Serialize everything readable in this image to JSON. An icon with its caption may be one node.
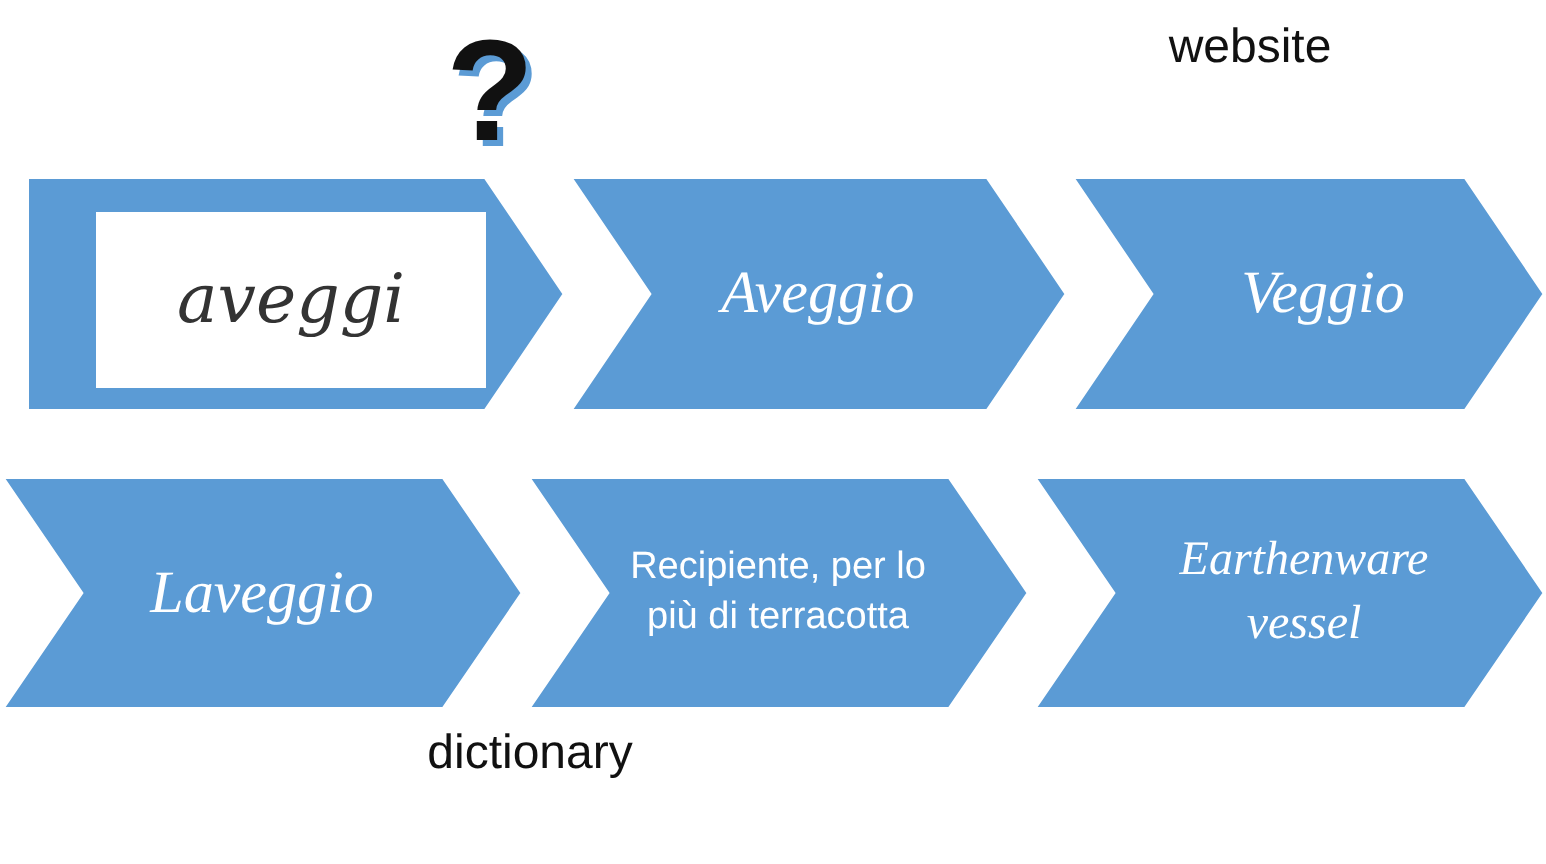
{
  "diagram": {
    "nodes": [
      {
        "text": [
          "aveggi"
        ]
      },
      {
        "text": [
          "Aveggio"
        ]
      },
      {
        "text": [
          "Veggio"
        ]
      },
      {
        "text": [
          "Laveggio"
        ]
      },
      {
        "text": [
          "Recipiente, per lo più di terracotta"
        ]
      },
      {
        "text": [
          "Earthenware vessel"
        ]
      }
    ],
    "labels": [
      "?",
      "website",
      "dictionary"
    ]
  }
}
